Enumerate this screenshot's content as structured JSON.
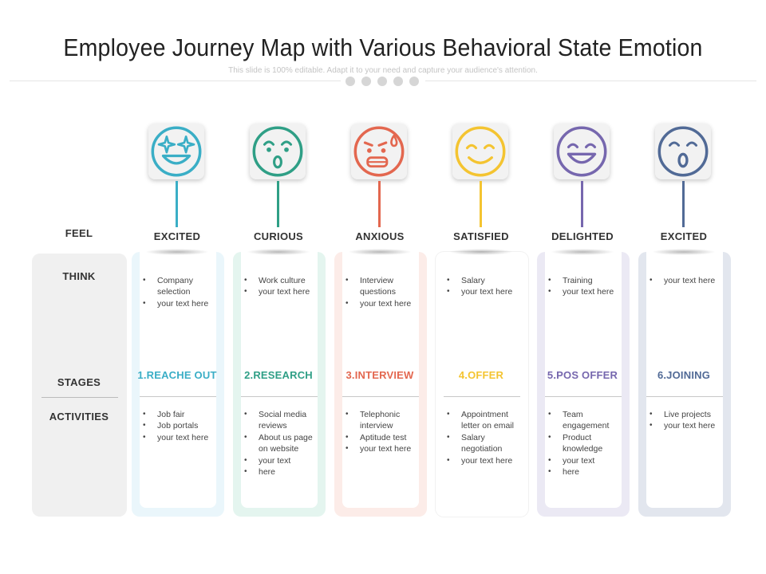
{
  "title": "Employee Journey Map with Various Behavioral State Emotion",
  "subtitle": "This slide is 100% editable. Adapt it to your need and capture your audience's attention.",
  "row_labels": {
    "feel": "FEEL",
    "think": "THINK",
    "stages": "STAGES",
    "activities": "ACTIVITIES"
  },
  "columns": [
    {
      "icon": "star-eyes-face-icon",
      "color": "#3aaec6",
      "frame": "#eaf6fb",
      "feel": "EXCITED",
      "think": [
        "Company selection",
        "your text here"
      ],
      "stage": "1.REACHE OUT",
      "activities": [
        "Job fair",
        "Job portals",
        "your text here"
      ]
    },
    {
      "icon": "surprised-face-icon",
      "color": "#2f9f86",
      "frame": "#e4f5ef",
      "feel": "CURIOUS",
      "think": [
        "Work culture",
        "your text here"
      ],
      "stage": "2.RESEARCH",
      "activities": [
        "Social media reviews",
        "About us page on website",
        "your text",
        "here"
      ]
    },
    {
      "icon": "anxious-sweat-face-icon",
      "color": "#e3674f",
      "frame": "#fcece8",
      "feel": "ANXIOUS",
      "think": [
        "Interview questions",
        "your text here"
      ],
      "stage": "3.INTERVIEW",
      "activities": [
        "Telephonic interview",
        "Aptitude test",
        "your text here"
      ]
    },
    {
      "icon": "smiling-face-icon",
      "color": "#f4c431",
      "frame": "#ffffff",
      "feel": "SATISFIED",
      "think": [
        "Salary",
        "your text here"
      ],
      "stage": "4.OFFER",
      "activities": [
        "Appointment letter on email",
        "Salary negotiation",
        "your text here"
      ]
    },
    {
      "icon": "grinning-face-icon",
      "color": "#7667ae",
      "frame": "#ebe9f4",
      "feel": "DELIGHTED",
      "think": [
        "Training",
        "your text here"
      ],
      "stage": "5.POS OFFER",
      "activities": [
        "Team engagement",
        "Product knowledge",
        "your text",
        " here"
      ]
    },
    {
      "icon": "open-mouth-face-icon",
      "color": "#516a96",
      "frame": "#e2e6ee",
      "feel": "EXCITED",
      "think": [
        "your text here"
      ],
      "stage": "6.JOINING",
      "activities": [
        "Live projects",
        "your text here"
      ]
    }
  ]
}
